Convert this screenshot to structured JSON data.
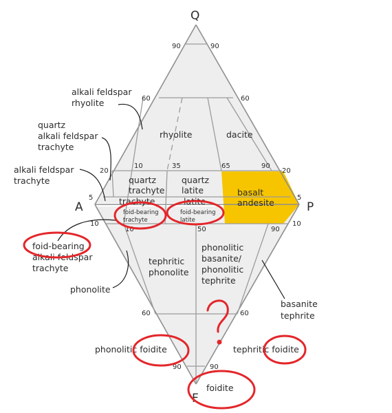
{
  "vertices": {
    "q": "Q",
    "a": "A",
    "p": "P",
    "f": "F"
  },
  "ticks": {
    "q90_left": "90",
    "q90_right": "90",
    "q60_left": "60",
    "q60_right": "60",
    "q20_left": "20",
    "q20_right": "20",
    "q5_left": "5",
    "q5_right": "5",
    "p10": "10",
    "p35": "35",
    "p65": "65",
    "p90": "90",
    "f10_left": "10",
    "f10_right": "10",
    "f10_inner": "10",
    "f50": "50",
    "f90_upper": "90",
    "f60_left": "60",
    "f60_right": "60",
    "f90_left": "90",
    "f90_right": "90"
  },
  "fields": {
    "rhyolite": "rhyolite",
    "dacite": "dacite",
    "quartz_trachyte": [
      "quartz",
      "trachyte"
    ],
    "quartz_latite": [
      "quartz",
      "latite"
    ],
    "basalt_andesite": [
      "basalt",
      "andesite"
    ],
    "trachyte": "trachyte",
    "latite": "latite",
    "foid_bearing_trachyte": [
      "foid-bearing",
      "trachyte"
    ],
    "foid_bearing_latite": [
      "foid-bearing",
      "latite"
    ],
    "tephritic_phonolite": [
      "tephritic",
      "phonolite"
    ],
    "phonolitic_basanite": [
      "phonolitic",
      "basanite/",
      "phonolitic",
      "tephrite"
    ],
    "foidite": "foidite"
  },
  "outside_labels": {
    "alkali_feldspar_rhyolite": [
      "alkali feldspar",
      "rhyolite"
    ],
    "quartz_alkali_feldspar_trachyte": [
      "quartz",
      "alkali feldspar",
      "trachyte"
    ],
    "alkali_feldspar_trachyte": [
      "alkali feldspar",
      "trachyte"
    ],
    "foid_bearing_alkali_feldspar_trachyte": [
      "foid-bearing",
      "alkali feldspar",
      "trachyte"
    ],
    "phonolite": "phonolite",
    "basanite_tephrite": [
      "basanite",
      "tephrite"
    ],
    "phonolitic_foidite": "phonolitic foidite",
    "tephritic_foidite": "tephritic foidite"
  },
  "annotations": {
    "question_mark": "?"
  },
  "colors": {
    "fill": "#eeeeee",
    "highlight": "#f6c500",
    "annotation": "#e3262a",
    "edge": "#8f8f8f"
  }
}
